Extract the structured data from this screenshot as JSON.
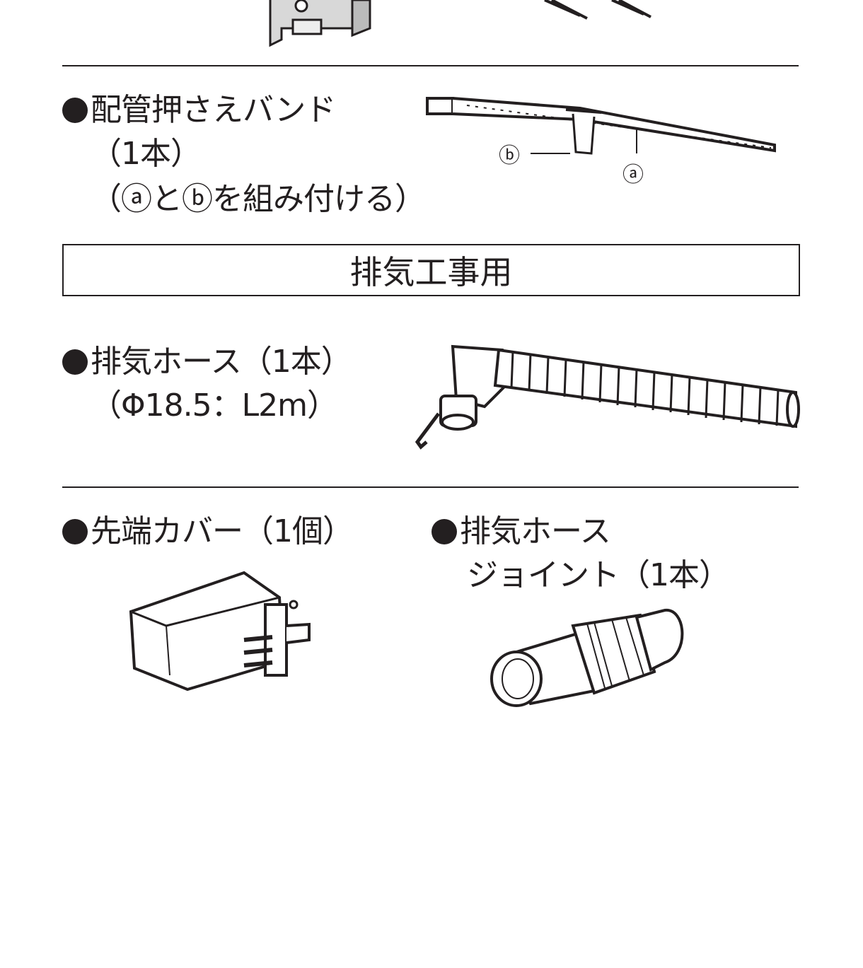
{
  "band": {
    "title": "配管押さえバンド",
    "qty": "（1本）",
    "note": "（ⓐとⓑを組み付ける）",
    "callout_a": "ⓐ",
    "callout_b": "ⓑ"
  },
  "section_heading": "排気工事用",
  "exhaust_hose": {
    "title": "排気ホース（1本）",
    "spec": "（Φ18.5：L2m）"
  },
  "tip_cover": {
    "title": "先端カバー（1個）"
  },
  "hose_joint": {
    "title_line1": "排気ホース",
    "title_line2": "ジョイント（1本）"
  }
}
